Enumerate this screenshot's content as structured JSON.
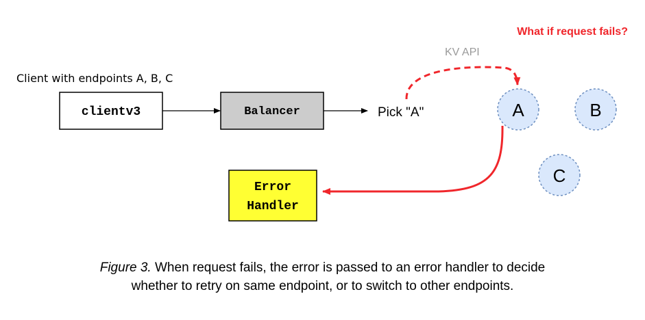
{
  "diagram": {
    "warning": "What if request fails?",
    "kv_api": "KV API",
    "client_label": "Client with endpoints A, B, C",
    "client_box": "clientv3",
    "balancer_box": "Balancer",
    "pick_label": "Pick \"A\"",
    "endpoints": [
      "A",
      "B",
      "C"
    ],
    "error_handler_lines": [
      "Error",
      "Handler"
    ],
    "colors": {
      "accent_red": "#f0262b",
      "balancer_fill": "#cccccc",
      "error_fill": "#ffff33",
      "endpoint_fill": "#dae8fc",
      "endpoint_stroke": "#6c8ebf",
      "muted_text": "#9a9a9a"
    }
  },
  "caption": {
    "figure_label": "Figure 3.",
    "line1": " When request fails, the error is passed to an error handler to decide",
    "line2": "whether to retry on same endpoint, or to switch to other endpoints."
  }
}
